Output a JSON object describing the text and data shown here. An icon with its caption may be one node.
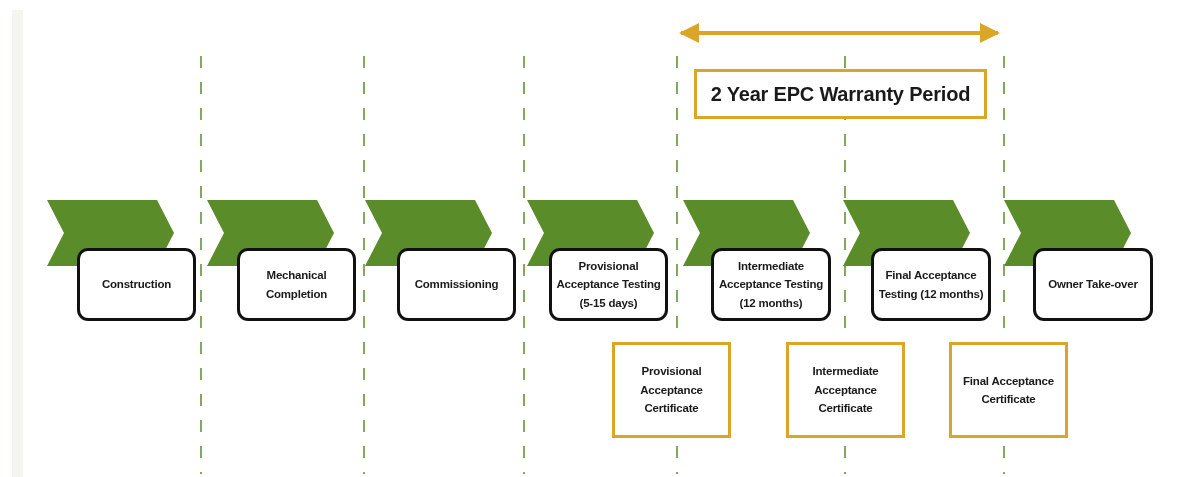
{
  "diagram": {
    "nodes": [
      {
        "text": [
          "Construction"
        ]
      },
      {
        "text": [
          "Mechanical Completion"
        ]
      },
      {
        "text": [
          "Commissioning"
        ]
      },
      {
        "text": [
          "Provisional Acceptance Testing (5-15 days)"
        ]
      },
      {
        "text": [
          "Intermediate Acceptance Testing (12 months)"
        ]
      },
      {
        "text": [
          "Final Acceptance Testing (12 months)"
        ]
      },
      {
        "text": [
          "Owner Take-over"
        ]
      },
      {
        "text": [
          "2 Year EPC Warranty Period"
        ]
      },
      {
        "text": [
          "Provisional Acceptance Certificate"
        ]
      },
      {
        "text": [
          "Intermediate Acceptance Certificate"
        ]
      },
      {
        "text": [
          "Final Acceptance Certificate"
        ]
      },
      {
        "text": [],
        "shape": "chevron"
      },
      {
        "text": [],
        "shape": "chevron"
      },
      {
        "text": [],
        "shape": "chevron"
      },
      {
        "text": [],
        "shape": "chevron"
      },
      {
        "text": [],
        "shape": "chevron"
      },
      {
        "text": [],
        "shape": "chevron"
      },
      {
        "text": [],
        "shape": "chevron"
      }
    ],
    "edges": []
  }
}
